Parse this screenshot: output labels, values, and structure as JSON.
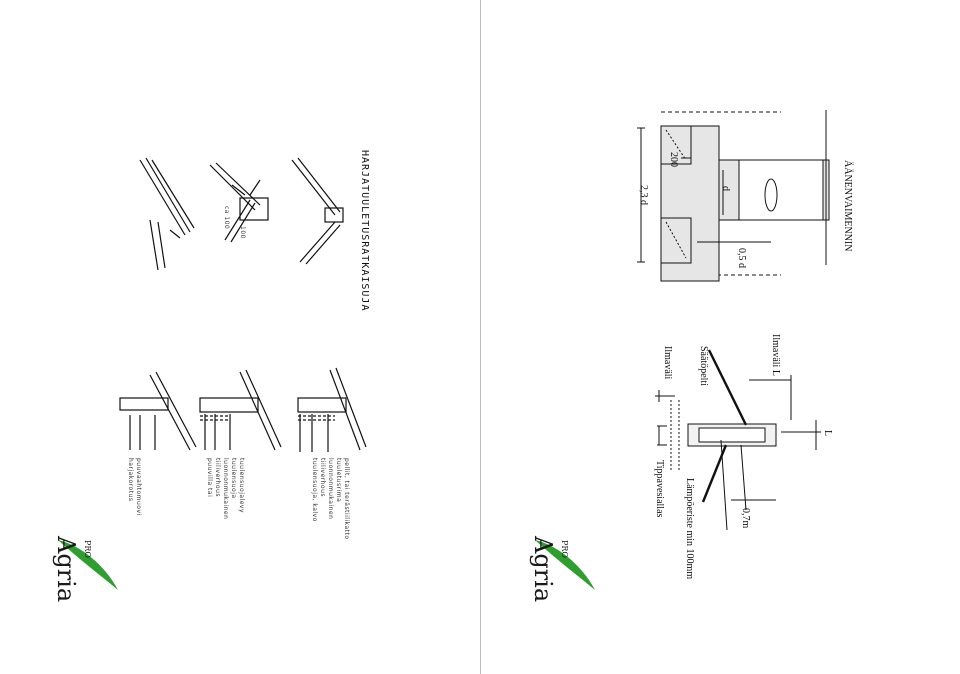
{
  "left_page": {
    "title": "HARJATUULETUSRATKAISUJA",
    "dim_top_1": "ca 100",
    "dim_top_2": "100",
    "notes": [
      "pellit, tai terästiilikatto",
      "tuuletusrima",
      "luonnonmukainen",
      "tiiliverhous",
      "tuulensuoja, kalvo",
      "tuulensuojalevy",
      "tuulensuoja",
      "luonnonmukainen",
      "tiiliverhous",
      "puuvilla tai",
      "puuvaahtomuovi",
      "harjakorotus"
    ]
  },
  "right_page": {
    "title": "ÄÄNENVAIMENNIN",
    "dim_200": "200",
    "dim_d": "d",
    "dim_23d": "2,3 d",
    "dim_05d": "0,5 d",
    "labels": {
      "ilmavali_l": "Ilmaväli L",
      "saatopelti": "Säätöpelti",
      "ilmavali": "Ilmaväli",
      "l": "L",
      "lampoeriste": "Lämpöeriste min 100mm",
      "tippavesialtaa": "Tippavesiallas",
      "dim_07m": "0,7m"
    }
  },
  "logo": {
    "pro": "PRO",
    "agria": "Agria"
  },
  "colors": {
    "logo_green": "#2e9e2e",
    "line": "#111111",
    "gray": "#bdbdbd"
  }
}
